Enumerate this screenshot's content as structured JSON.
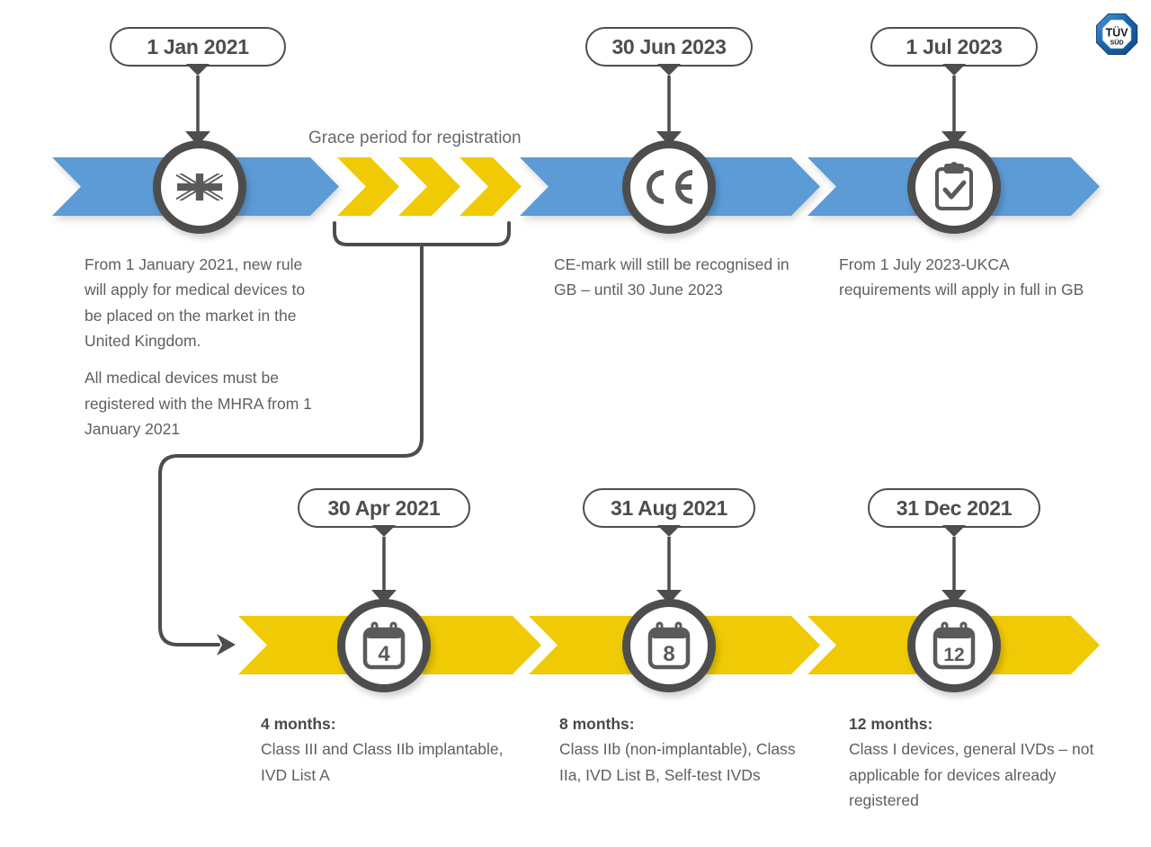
{
  "meta": {
    "title": "UKCA / MHRA medical device transition timeline",
    "colors": {
      "blue_bar": "#5B9BD5",
      "yellow_bar": "#EFCA05",
      "dark_gray": "#4D4D4D",
      "body_text": "#5F5F5F",
      "background": "#FFFFFF",
      "tuv_blue": "#1F6FB5"
    }
  },
  "logo": {
    "name": "tuv-sud-logo",
    "line1": "TÜV",
    "line2": "SÜD"
  },
  "grace_label": "Grace period for registration",
  "top_track": {
    "type": "blue-arrow-bar",
    "milestones": [
      {
        "id": "uk-flag",
        "date": "1 Jan 2021",
        "icon": "uk-flag-icon",
        "body": [
          "From 1 January 2021, new rule will apply for medical devices to be placed on the market in the United Kingdom.",
          "All medical devices must be registered with the MHRA from 1 January 2021"
        ]
      },
      {
        "id": "ce-mark",
        "date": "30 Jun 2023",
        "icon": "ce-mark-icon",
        "body": [
          "CE-mark will still be recognised in GB – until 30 June 2023"
        ]
      },
      {
        "id": "ukca-full",
        "date": "1 Jul 2023",
        "icon": "clipboard-check-icon",
        "body": [
          "From 1 July 2023-UKCA requirements will apply in full in GB"
        ]
      }
    ]
  },
  "bottom_track": {
    "type": "yellow-arrow-bar",
    "milestones": [
      {
        "id": "4-months",
        "date": "30 Apr 2021",
        "icon": "calendar-icon",
        "icon_value": "4",
        "lead": "4 months:",
        "body": "Class III and Class IIb implantable, IVD List A"
      },
      {
        "id": "8-months",
        "date": "31 Aug 2021",
        "icon": "calendar-icon",
        "icon_value": "8",
        "lead": "8 months:",
        "body": "Class IIb (non-implantable), Class IIa, IVD List B, Self-test IVDs"
      },
      {
        "id": "12-months",
        "date": "31 Dec 2021",
        "icon": "calendar-icon",
        "icon_value": "12",
        "lead": "12 months:",
        "body": "Class I devices, general IVDs – not applicable for devices already registered"
      }
    ]
  }
}
